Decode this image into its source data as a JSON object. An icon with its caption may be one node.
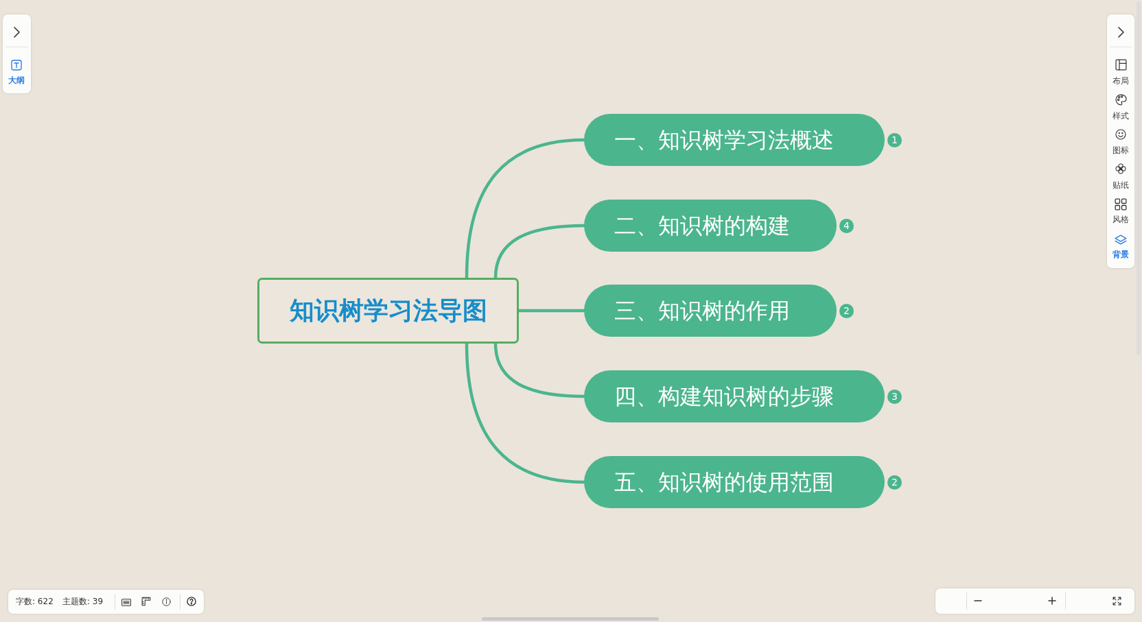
{
  "diagram": {
    "nodes": [
      {
        "text": [
          "知识树学习法导图"
        ]
      },
      {
        "text": [
          "一、知识树学习法概述"
        ],
        "beside": [
          "1"
        ]
      },
      {
        "text": [
          "二、知识树的构建"
        ],
        "beside": [
          "4"
        ]
      },
      {
        "text": [
          "三、知识树的作用"
        ],
        "beside": [
          "2"
        ]
      },
      {
        "text": [
          "四、构建知识树的步骤"
        ],
        "beside": [
          "3"
        ]
      },
      {
        "text": [
          "五、知识树的使用范围"
        ],
        "beside": [
          "2"
        ]
      }
    ],
    "edges": [
      {
        "from": 0,
        "to": 1,
        "arrow": "none"
      },
      {
        "from": 0,
        "to": 2,
        "arrow": "none"
      },
      {
        "from": 0,
        "to": 3,
        "arrow": "none"
      },
      {
        "from": 0,
        "to": 4,
        "arrow": "none"
      },
      {
        "from": 0,
        "to": 5,
        "arrow": "none"
      }
    ],
    "labels": [
      "大纲",
      "布局",
      "样式",
      "图标",
      "贴纸",
      "风格",
      "背景",
      "字数: 622",
      "主题数: 39"
    ]
  }
}
